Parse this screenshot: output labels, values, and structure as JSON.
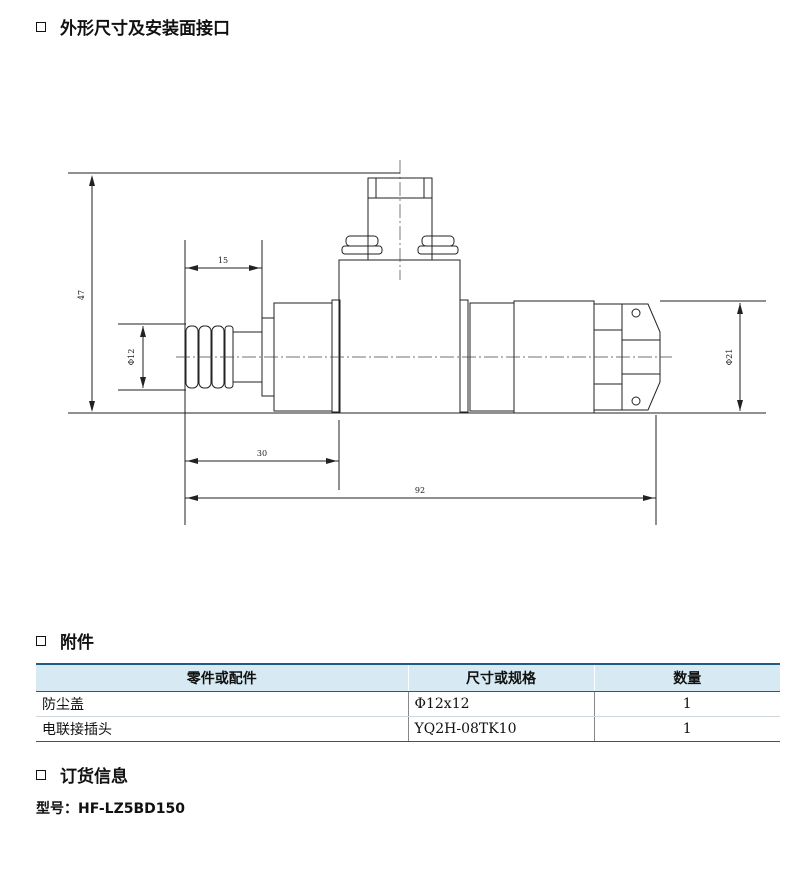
{
  "sections": {
    "dimensions_title": "外形尺寸及安装面接口",
    "accessories_title": "附件",
    "ordering_title": "订货信息"
  },
  "drawing": {
    "dim_15": "15",
    "dim_47": "47",
    "dim_phi12": "Φ12",
    "dim_phi21": "Φ21",
    "dim_30": "30",
    "dim_92": "92"
  },
  "accessories_table": {
    "headers": [
      "零件或配件",
      "尺寸或规格",
      "数量"
    ],
    "rows": [
      [
        "防尘盖",
        "Φ12x12",
        "1"
      ],
      [
        "电联接插头",
        "YQ2H-08TK10",
        "1"
      ]
    ]
  },
  "ordering": {
    "model_label": "型号：",
    "model_value": "HF-LZ5BD150"
  },
  "icons": {
    "section_marker": "checkbox-icon"
  }
}
